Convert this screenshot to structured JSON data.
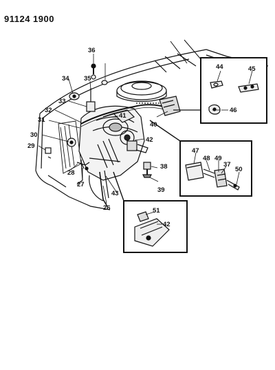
{
  "header": {
    "code": "91124 1900"
  },
  "callouts": [
    "26",
    "27",
    "28",
    "29",
    "30",
    "31",
    "32",
    "33",
    "34",
    "35",
    "36",
    "37",
    "38",
    "39",
    "40",
    "41",
    "42",
    "42",
    "43",
    "44",
    "45",
    "46",
    "47",
    "48",
    "49",
    "50",
    "51"
  ]
}
